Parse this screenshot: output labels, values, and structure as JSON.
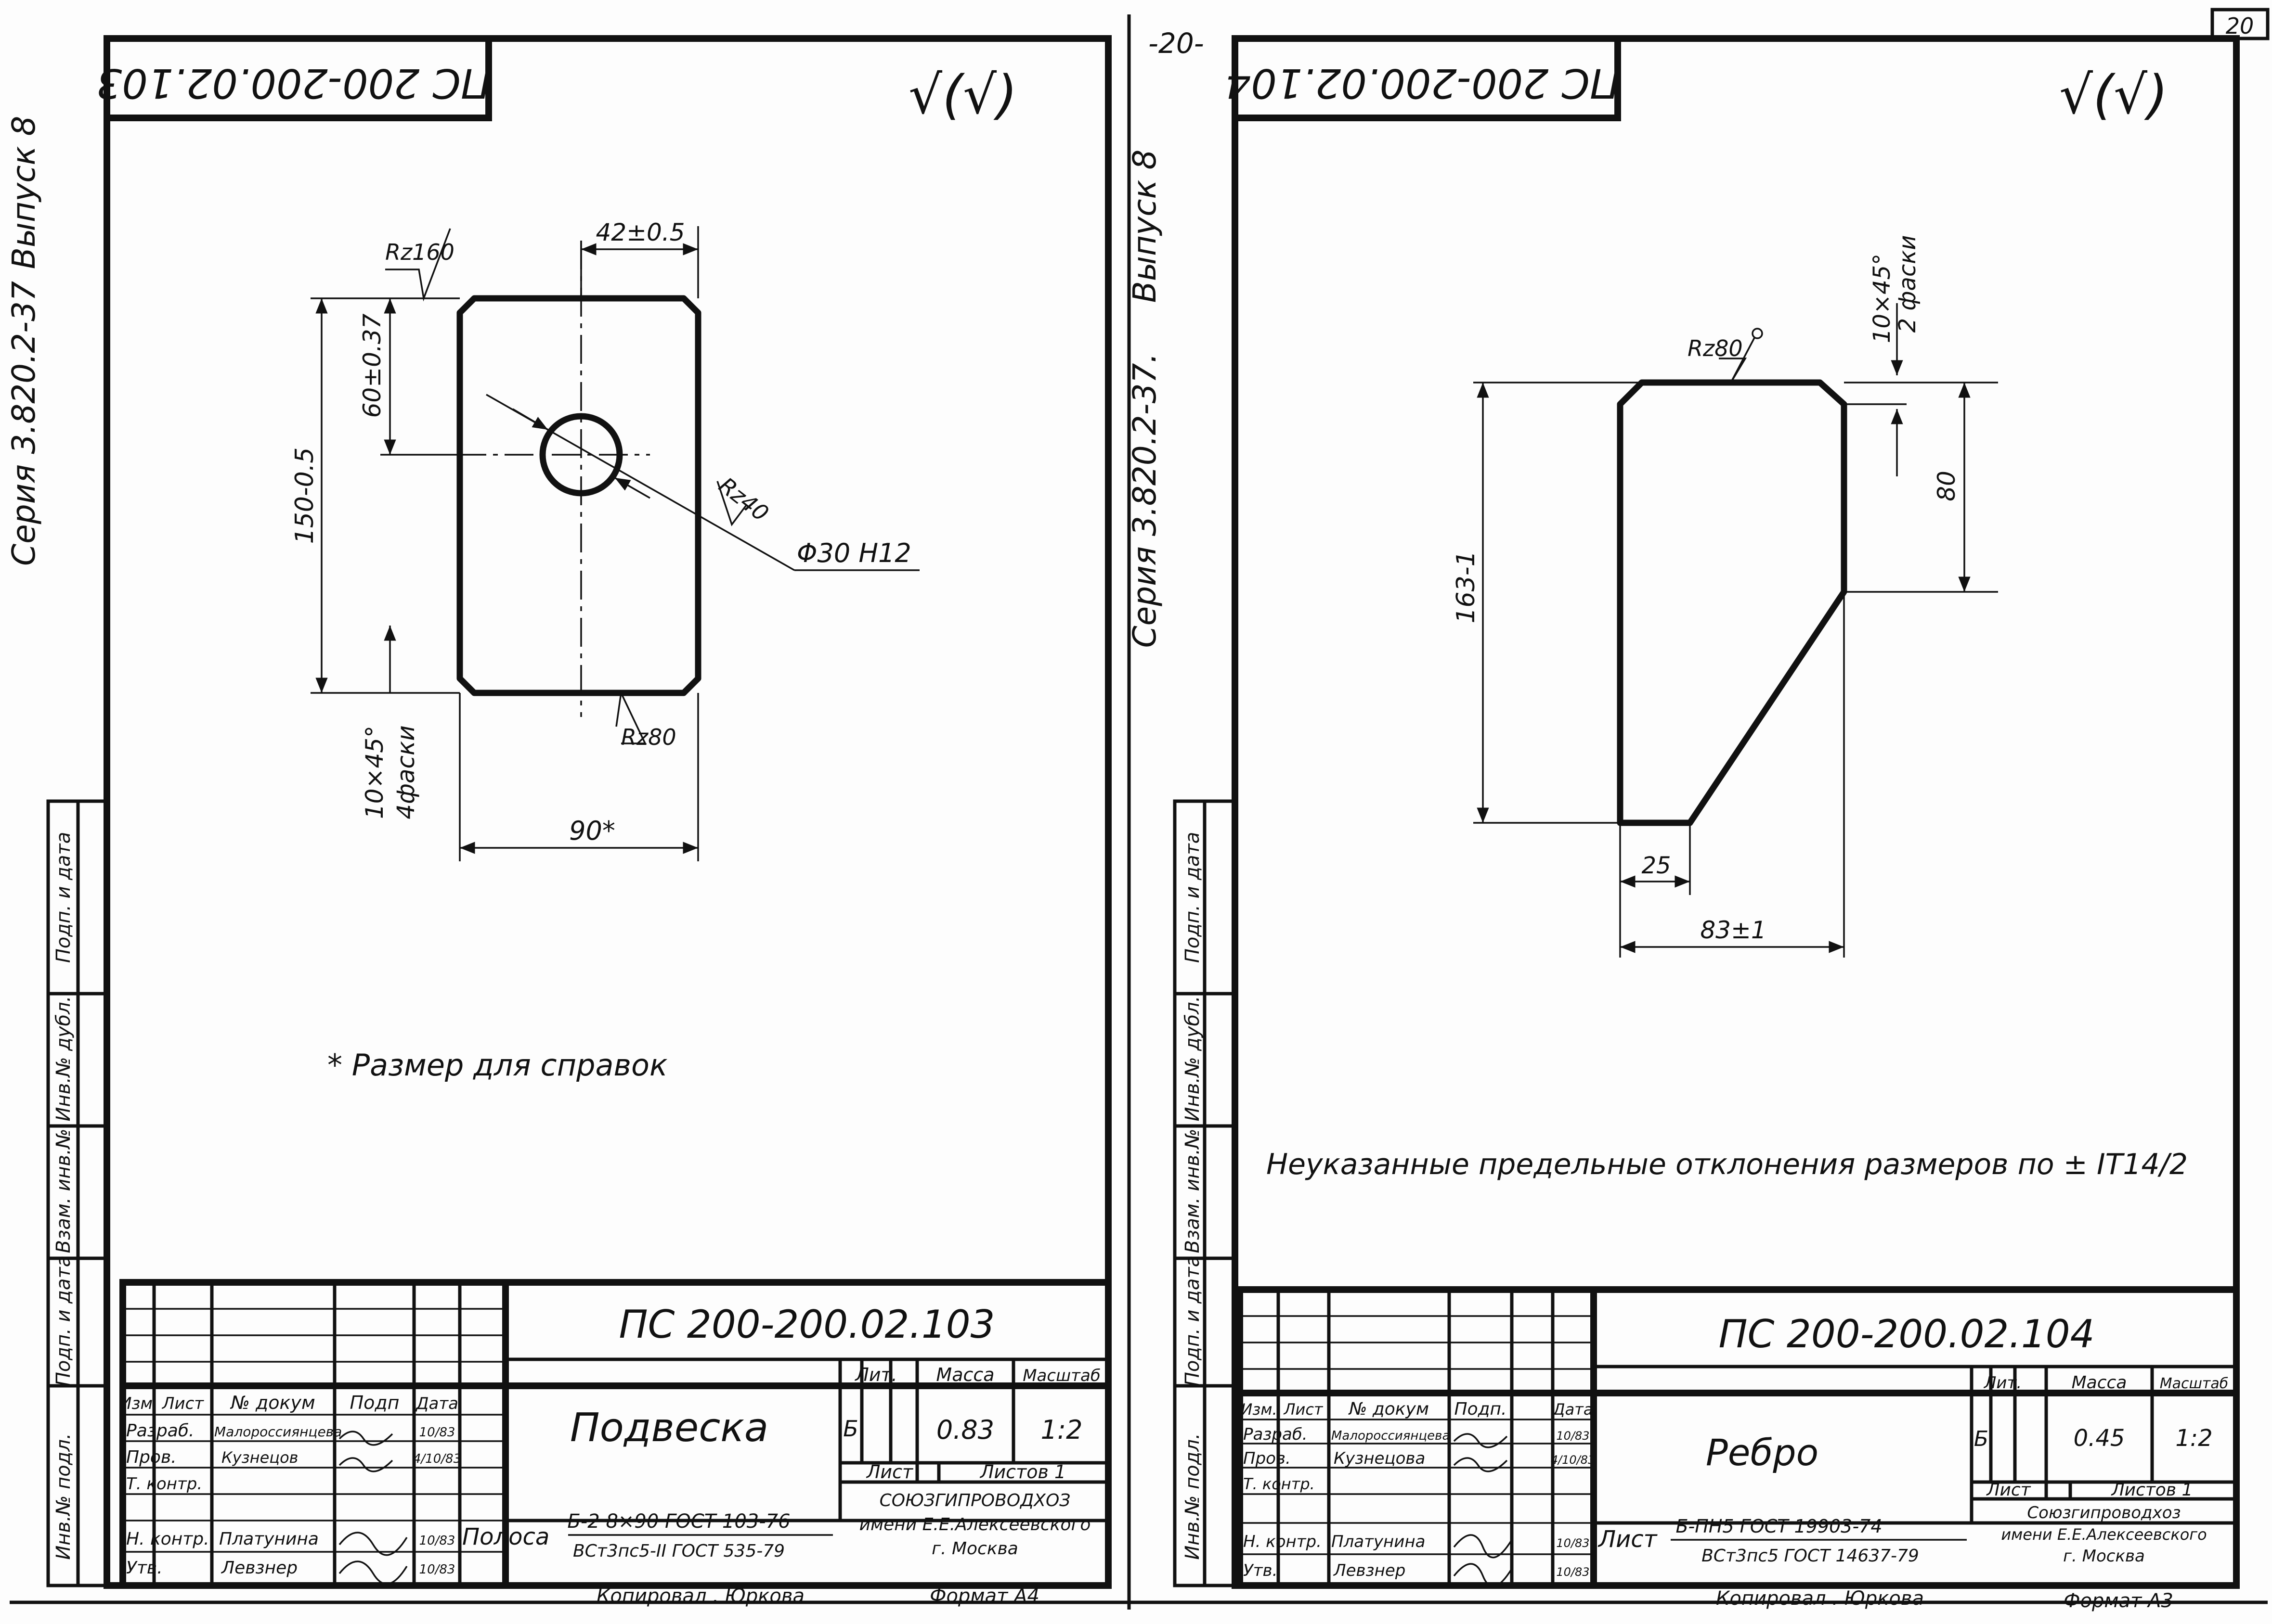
{
  "page_number": "20",
  "corner_mark": "-20-",
  "left_sheet": {
    "stamp_code": "ПС 200-200.02.103",
    "roughness_symbol": "√(√)",
    "side_text": {
      "series": "Серия 3.820.2-37",
      "issue": "Выпуск 8"
    },
    "dimensions": {
      "rz160": "Rz160",
      "width_top": "42±0.5",
      "hole_offset": "60±0.37",
      "height": "150-0.5",
      "rz40": "Rz40",
      "hole_dia": "Φ30 H12",
      "chamfer": "10×45°",
      "chamfer_count": "4фаски",
      "rz80": "Rz80",
      "width": "90*"
    },
    "note": "* Размер для справок",
    "title_block": {
      "designation": "ПС 200-200.02.103",
      "name": "Подвеска",
      "col_headers": [
        "Изм.",
        "Лист",
        "№ докум",
        "Подп",
        "Дата"
      ],
      "roles": [
        {
          "role": "Разраб.",
          "name": "Малороссиянцева",
          "date": "10/83"
        },
        {
          "role": "Пров.",
          "name": "Кузнецов",
          "date": "4/10/83"
        },
        {
          "role": "Т. контр.",
          "name": "",
          "date": ""
        },
        {
          "role": "Н. контр.",
          "name": "Платунина",
          "date": "10/83"
        },
        {
          "role": "Утв.",
          "name": "Левзнер",
          "date": "10/83"
        }
      ],
      "lit_label": "Лит.",
      "mass_label": "Масса",
      "scale_label": "Масштаб",
      "lit_value": "Б",
      "mass": "0.83",
      "scale": "1:2",
      "sheet_label": "Лист",
      "sheets_label": "Листов 1",
      "material_prefix": "Полоса",
      "material_top": "Б-2 8×90 ГОСТ 103-76",
      "material_bottom": "ВСт3пс5-II ГОСТ 535-79",
      "org_1": "СОЮЗГИПРОВОДХОЗ",
      "org_2": "имени Е.Е.Алексеевского",
      "org_3": "г. Москва",
      "copied": "Копировал . Юркова",
      "format": "Формат А4"
    },
    "side_stamp": [
      "Инв.№ подл.",
      "Подп. и дата",
      "Взам. инв.№",
      "Инв.№ дубл.",
      "Подп. и дата"
    ]
  },
  "right_sheet": {
    "stamp_code": "ПС 200-200.02.104",
    "roughness_symbol": "√(√)",
    "side_text": {
      "series": "Серия 3.820.2-37.",
      "issue": "Выпуск 8"
    },
    "dimensions": {
      "rz80": "Rz80",
      "chamfer": "10×45°",
      "chamfer_count": "2 фаски",
      "height_right": "80",
      "height": "163-1",
      "bottom": "25",
      "width": "83±1"
    },
    "note": "Неуказанные предельные отклонения размеров по ± IT14/2",
    "title_block": {
      "designation": "ПС 200-200.02.104",
      "name": "Ребро",
      "col_headers": [
        "Изм.",
        "Лист",
        "№ докум",
        "Подп.",
        "Дата"
      ],
      "roles": [
        {
          "role": "Разраб.",
          "name": "Малороссиянцева",
          "date": "10/83"
        },
        {
          "role": "Пров.",
          "name": "Кузнецова",
          "date": "4/10/83"
        },
        {
          "role": "Т. контр.",
          "name": "",
          "date": ""
        },
        {
          "role": "Н. контр.",
          "name": "Платунина",
          "date": "10/83"
        },
        {
          "role": "Утв.",
          "name": "Левзнер",
          "date": "10/83"
        }
      ],
      "lit_label": "Лит.",
      "mass_label": "Масса",
      "scale_label": "Масштаб",
      "lit_value": "Б",
      "mass": "0.45",
      "scale": "1:2",
      "sheet_label": "Лист",
      "sheets_label": "Листов 1",
      "material_prefix": "Лист",
      "material_top": "Б-ПН5 ГОСТ 19903-74",
      "material_bottom": "ВСт3пс5 ГОСТ 14637-79",
      "org_1": "Союзгипроводхоз",
      "org_2": "имени Е.Е.Алексеевского",
      "org_3": "г. Москва",
      "copied": "Копировал . Юркова",
      "format": "Формат А3"
    },
    "side_stamp": [
      "Инв.№ подл.",
      "Подп. и дата",
      "Взам. инв.№",
      "Инв.№ дубл.",
      "Подп. и дата"
    ]
  }
}
